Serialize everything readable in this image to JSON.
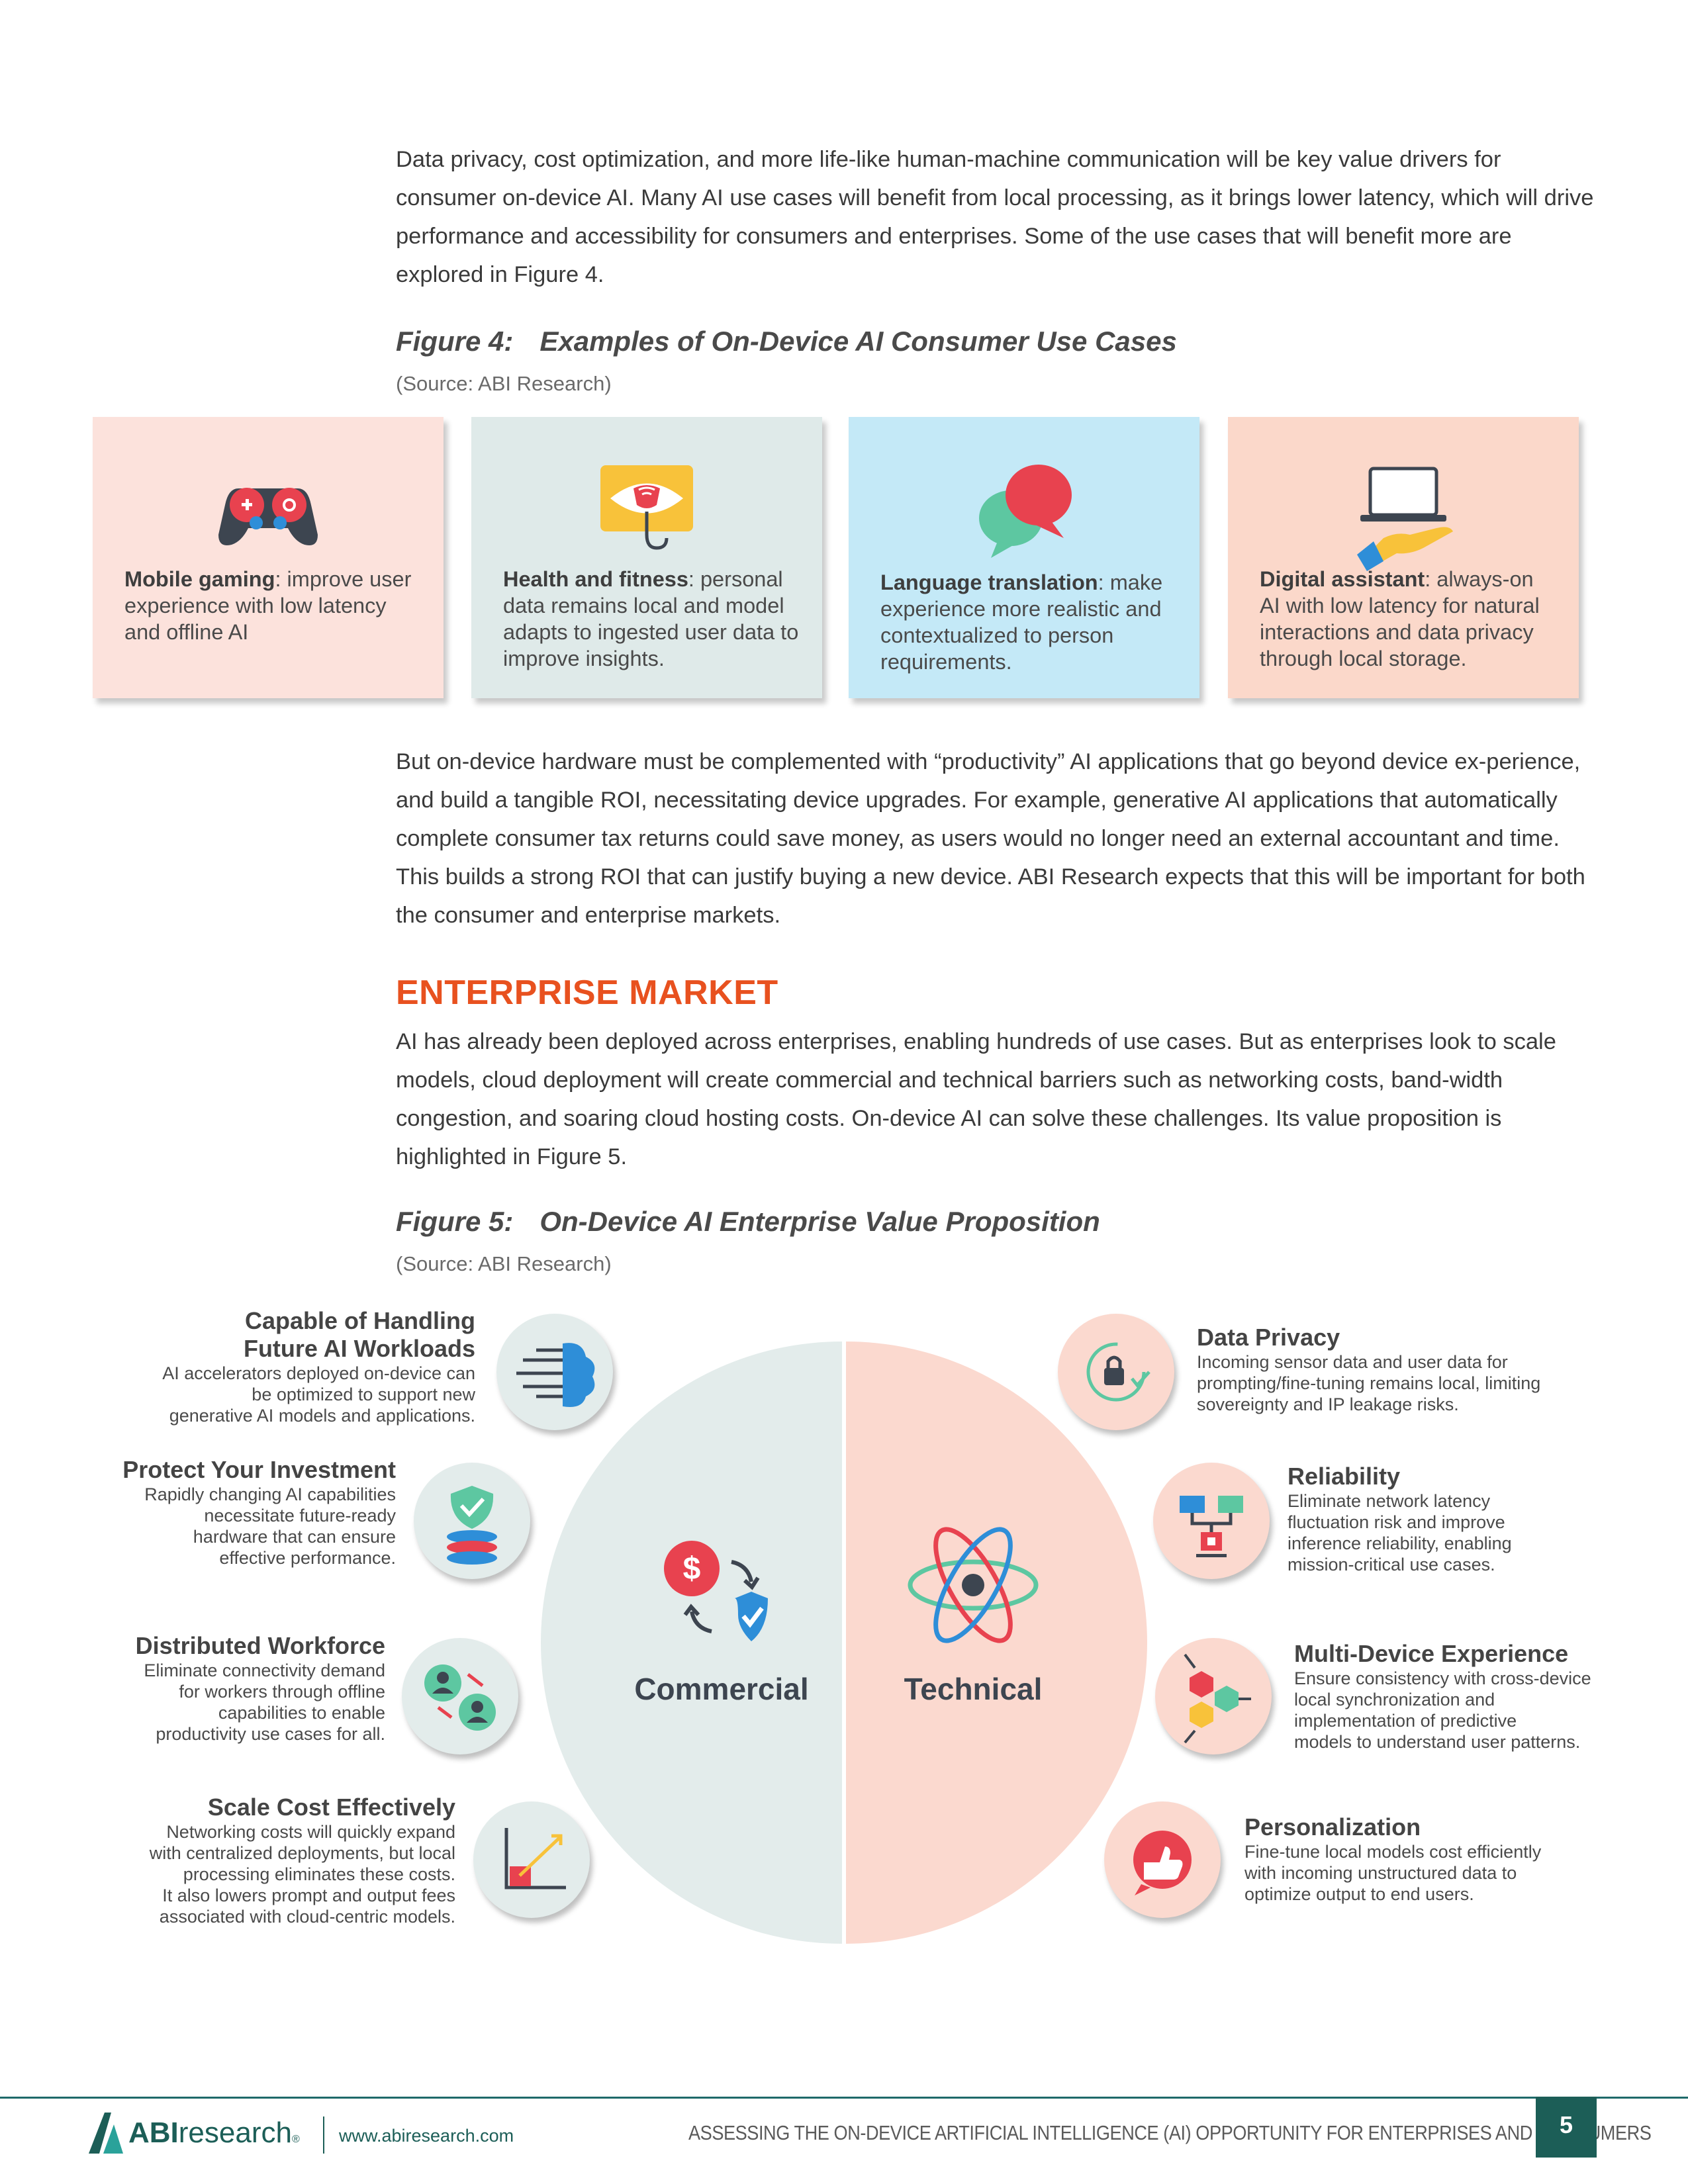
{
  "intro_paragraph": "Data privacy, cost optimization, and more life-like human-machine communication will be key value drivers for consumer on-device AI. Many AI use cases will benefit from local processing, as it brings lower latency, which will drive performance and accessibility for consumers and enterprises. Some of the use cases that will benefit more are explored in Figure 4.",
  "figure4": {
    "number": "Figure 4:",
    "title": "Examples of On-Device AI Consumer Use Cases",
    "source": "(Source: ABI Research)",
    "cards": [
      {
        "title": "Mobile gaming",
        "text": ": improve user experience with low latency and offline AI",
        "icon": "gamepad-icon",
        "bg": "#fce2dc"
      },
      {
        "title": "Health and fitness",
        "text": ": personal data remains local and model adapts to ingested user data to improve insights.",
        "icon": "health-monitor-icon",
        "bg": "#dfeae9"
      },
      {
        "title": "Language translation",
        "text": ": make experience more realistic and contextualized to person requirements.",
        "icon": "chat-bubbles-icon",
        "bg": "#c4e9f7"
      },
      {
        "title": "Digital assistant",
        "text": ": always-on AI with low latency for natural interactions and data privacy through local storage.",
        "icon": "laptop-hand-icon",
        "bg": "#fbd8ca"
      }
    ]
  },
  "middle_paragraph": "But on-device hardware must be complemented with “productivity” AI applications that go beyond device ex-perience, and build a tangible ROI, necessitating device upgrades. For example, generative AI applications that automatically complete consumer tax returns could save money, as users would no longer need an external accountant and time. This builds a strong ROI that can justify buying a new device. ABI Research expects that this will be important for both the consumer and enterprise markets.",
  "section_heading": "ENTERPRISE MARKET",
  "enterprise_paragraph": "AI has already been deployed across enterprises, enabling hundreds of use cases. But as enterprises look to scale models, cloud deployment will create commercial and technical barriers such as networking costs, band-width congestion, and soaring cloud hosting costs. On-device AI can solve these challenges. Its value proposition is highlighted in Figure 5.",
  "figure5": {
    "number": "Figure 5:",
    "title": "On-Device AI Enterprise Value Proposition",
    "source": "(Source: ABI Research)",
    "commercial_label": "Commercial",
    "technical_label": "Technical",
    "commercial_items": [
      {
        "title_lines": [
          "Capable of Handling",
          "Future AI Workloads"
        ],
        "desc_lines": [
          "AI accelerators deployed on-device can",
          "be optimized to support new",
          "generative AI models and applications."
        ],
        "icon": "brain-circuit-icon"
      },
      {
        "title_lines": [
          "Protect Your Investment"
        ],
        "desc_lines": [
          "Rapidly changing AI capabilities",
          "necessitate future-ready",
          "hardware that can ensure",
          "effective performance."
        ],
        "icon": "shield-coins-icon"
      },
      {
        "title_lines": [
          "Distributed Workforce"
        ],
        "desc_lines": [
          "Eliminate connectivity demand",
          "for workers through offline",
          "capabilities to enable",
          "productivity use cases for all."
        ],
        "icon": "users-exchange-icon"
      },
      {
        "title_lines": [
          "Scale Cost Effectively"
        ],
        "desc_lines": [
          "Networking costs will quickly expand",
          "with centralized deployments, but local",
          "processing eliminates these costs.",
          "It also lowers prompt and output fees",
          "associated with cloud-centric models."
        ],
        "icon": "growth-chart-icon"
      }
    ],
    "technical_items": [
      {
        "title_lines": [
          "Data Privacy"
        ],
        "desc_lines": [
          "Incoming sensor data and user data for",
          "prompting/fine-tuning remains local, limiting",
          "sovereignty and IP leakage risks."
        ],
        "icon": "lock-check-icon"
      },
      {
        "title_lines": [
          "Reliability"
        ],
        "desc_lines": [
          "Eliminate network latency",
          "fluctuation risk and improve",
          "inference reliability, enabling",
          "mission-critical use cases."
        ],
        "icon": "network-lock-icon"
      },
      {
        "title_lines": [
          "Multi-Device Experience"
        ],
        "desc_lines": [
          "Ensure consistency with cross-device",
          "local synchronization and",
          "implementation of predictive",
          "models to understand user patterns."
        ],
        "icon": "hexagon-nodes-icon"
      },
      {
        "title_lines": [
          "Personalization"
        ],
        "desc_lines": [
          "Fine-tune local models cost efficiently",
          "with incoming unstructured data to",
          "optimize output to end users."
        ],
        "icon": "thumbs-up-icon"
      }
    ]
  },
  "footer": {
    "logo_bold": "ABI",
    "logo_rest": "research",
    "logo_mark": "®",
    "website": "www.abiresearch.com",
    "document_title": "ASSESSING THE ON-DEVICE ARTIFICIAL INTELLIGENCE (AI) OPPORTUNITY FOR ENTERPRISES AND CONSUMERS",
    "page_number": "5"
  },
  "colors": {
    "accent": "#e8511f",
    "teal": "#1c5e57",
    "commercial_half": "#e3eceb",
    "technical_half": "#fbd9cf"
  }
}
